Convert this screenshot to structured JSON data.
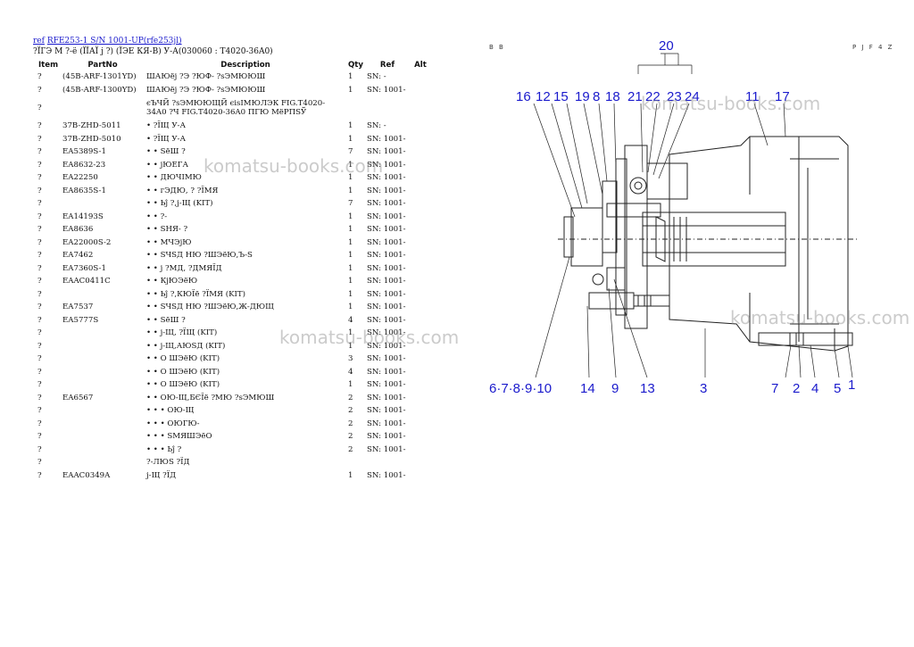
{
  "header": {
    "ref_link": "ref",
    "model_link": "RFE253-1 S/N 1001-UP(rfe253jl)",
    "subtitle": "?ЇГЭ М ?-ё (ЇЇАЇ ј ?) (ЇЭЕ КЯ-В) У-А(030060 : T4020-36A0)"
  },
  "table": {
    "columns": [
      "Item",
      "PartNo",
      "Description",
      "Qty",
      "Ref",
      "Alt"
    ],
    "rows": [
      {
        "item": "?",
        "part": "(45B-ARF-1301YD)",
        "desc": "ШАЮёј ?Э ?ЮФ- ?sЭМЮЮШ",
        "qty": "1",
        "ref": "SN: -",
        "tall": false
      },
      {
        "item": "?",
        "part": "(45B-ARF-1300YD)",
        "desc": "ШАЮёј ?Э ?ЮФ- ?sЭМЮЮШ",
        "qty": "1",
        "ref": "SN: 1001-",
        "tall": false
      },
      {
        "item": "?",
        "part": "",
        "desc": "єЪЧЙ ?sЭМЮЮЩЙ єisIМЮЛЭК FIG.T4020-34A0 ?Ч FIG.T4020-36A0 ПГЮ МёРПSЎ",
        "qty": "",
        "ref": "",
        "tall": true
      },
      {
        "item": "?",
        "part": "37B-ZHD-5011",
        "desc": "• ?ЇЩ У-А",
        "qty": "1",
        "ref": "SN: -",
        "tall": false
      },
      {
        "item": "?",
        "part": "37B-ZHD-5010",
        "desc": "• ?ЇЩ У-А",
        "qty": "1",
        "ref": "SN: 1001-",
        "tall": false
      },
      {
        "item": "?",
        "part": "EA5389S-1",
        "desc": "• • SёШ ?",
        "qty": "7",
        "ref": "SN: 1001-",
        "tall": false
      },
      {
        "item": "?",
        "part": "EA8632-23",
        "desc": "• • јЮЕГА",
        "qty": "1",
        "ref": "SN: 1001-",
        "tall": false
      },
      {
        "item": "?",
        "part": "EA22250",
        "desc": "• • ДЮЧIМЮ",
        "qty": "1",
        "ref": "SN: 1001-",
        "tall": false
      },
      {
        "item": "?",
        "part": "EA8635S-1",
        "desc": "• • гЭДЮ, ? ?ЇМЯ",
        "qty": "1",
        "ref": "SN: 1001-",
        "tall": false
      },
      {
        "item": "?",
        "part": "",
        "desc": "• • Ьĵ ?,ј-Щ (KIT)",
        "qty": "7",
        "ref": "SN: 1001-",
        "tall": false
      },
      {
        "item": "?",
        "part": "EA14193S",
        "desc": "• • ?-",
        "qty": "1",
        "ref": "SN: 1001-",
        "tall": false
      },
      {
        "item": "?",
        "part": "EA8636",
        "desc": "• • SНЯ- ?",
        "qty": "1",
        "ref": "SN: 1001-",
        "tall": false
      },
      {
        "item": "?",
        "part": "EA22000S-2",
        "desc": "• • МЧЭјЮ",
        "qty": "1",
        "ref": "SN: 1001-",
        "tall": false
      },
      {
        "item": "?",
        "part": "EA7462",
        "desc": "• • SЧSД НЮ ?ШЭёЮ,Ъ-S",
        "qty": "1",
        "ref": "SN: 1001-",
        "tall": false
      },
      {
        "item": "?",
        "part": "EA7360S-1",
        "desc": "• • ј ?МД, ?ДМЯЇД",
        "qty": "1",
        "ref": "SN: 1001-",
        "tall": false
      },
      {
        "item": "?",
        "part": "EAAC0411C",
        "desc": "• • КјЮЭёЮ",
        "qty": "1",
        "ref": "SN: 1001-",
        "tall": false
      },
      {
        "item": "?",
        "part": "",
        "desc": "• • Ьĵ ?,КЮЇё ?ЇМЯ (KIT)",
        "qty": "1",
        "ref": "SN: 1001-",
        "tall": false
      },
      {
        "item": "?",
        "part": "EA7537",
        "desc": "• • SЧSД НЮ ?ШЭёЮ,Ж-ДЮЩ",
        "qty": "1",
        "ref": "SN: 1001-",
        "tall": false
      },
      {
        "item": "?",
        "part": "EA5777S",
        "desc": "• • SёШ ?",
        "qty": "4",
        "ref": "SN: 1001-",
        "tall": false
      },
      {
        "item": "?",
        "part": "",
        "desc": "• • ј-Щ, ?ЇЩ (KIT)",
        "qty": "1",
        "ref": "SN: 1001-",
        "tall": false
      },
      {
        "item": "?",
        "part": "",
        "desc": "• • ј-Щ,АЮSД (KIT)",
        "qty": "1",
        "ref": "SN: 1001-",
        "tall": false
      },
      {
        "item": "?",
        "part": "",
        "desc": "• • О ШЭёЮ (KIT)",
        "qty": "3",
        "ref": "SN: 1001-",
        "tall": false
      },
      {
        "item": "?",
        "part": "",
        "desc": "• • О ШЭёЮ (KIT)",
        "qty": "4",
        "ref": "SN: 1001-",
        "tall": false
      },
      {
        "item": "?",
        "part": "",
        "desc": "• • О ШЭёЮ (KIT)",
        "qty": "1",
        "ref": "SN: 1001-",
        "tall": false
      },
      {
        "item": "?",
        "part": "EA6567",
        "desc": "• • ОЮ-Щ,БЄЇё ?МЮ ?sЭМЮШ",
        "qty": "2",
        "ref": "SN: 1001-",
        "tall": false
      },
      {
        "item": "?",
        "part": "",
        "desc": "• • • ОЮ-Щ",
        "qty": "2",
        "ref": "SN: 1001-",
        "tall": false
      },
      {
        "item": "?",
        "part": "",
        "desc": "• • • ОЮГЮ-",
        "qty": "2",
        "ref": "SN: 1001-",
        "tall": false
      },
      {
        "item": "?",
        "part": "",
        "desc": "• • • SМЯШЭёО",
        "qty": "2",
        "ref": "SN: 1001-",
        "tall": false
      },
      {
        "item": "?",
        "part": "",
        "desc": "• • • Ьĵ ?",
        "qty": "2",
        "ref": "SN: 1001-",
        "tall": false
      },
      {
        "item": "?",
        "part": "",
        "desc": "?-ЛЮS ?ЇД",
        "qty": "",
        "ref": "",
        "tall": false
      },
      {
        "item": "?",
        "part": "EAAC0349A",
        "desc": "ј-Щ ?ЇД",
        "qty": "1",
        "ref": "SN: 1001-",
        "tall": false
      }
    ]
  },
  "diagram": {
    "corner_left": "B B",
    "corner_right": "P J F 4 Z",
    "callouts_top": [
      "16",
      "12",
      "15",
      "19",
      "8",
      "18",
      "21",
      "22",
      "23",
      "24",
      "11",
      "17"
    ],
    "callout_group": "20",
    "callouts_bottom": [
      "6·7·8·9·10",
      "14",
      "9",
      "13",
      "3",
      "7",
      "2",
      "4",
      "5",
      "1"
    ]
  },
  "watermark": "komatsu-books.com"
}
